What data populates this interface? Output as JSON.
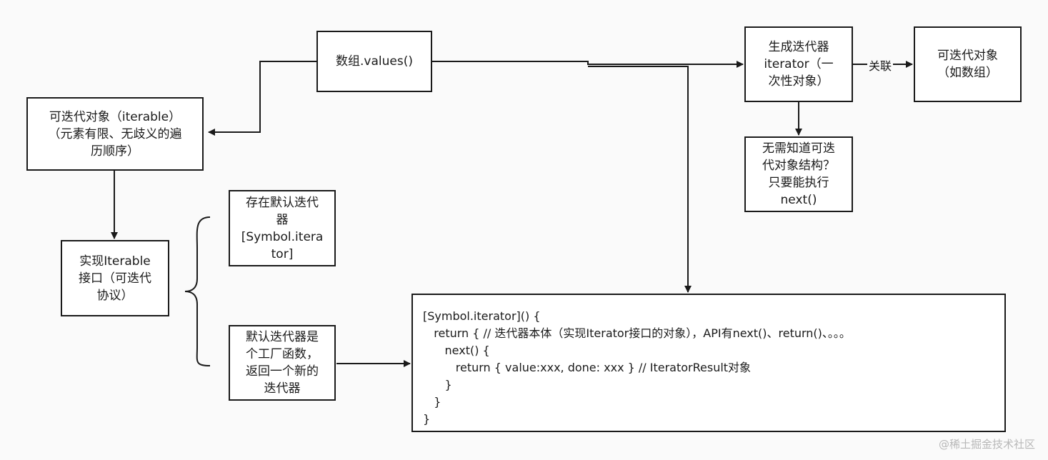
{
  "nodes": {
    "array_values": "数组.values()",
    "iterable": "可迭代对象（iterable）\n（元素有限、无歧义的遍\n历顺序）",
    "implements_iterable": "实现Iterable\n接口（可迭代\n协议）",
    "default_iterator": "存在默认迭代\n器\n[Symbol.itera\ntor]",
    "factory_function": "默认迭代器是\n个工厂函数，\n返回一个新的\n迭代器",
    "generate_iterator": "生成迭代器\niterator（一\n次性对象）",
    "iterable_array": "可迭代对象\n（如数组）",
    "no_need_to_know": "无需知道可迭\n代对象结构？\n只要能执行\nnext()"
  },
  "edge_labels": {
    "association": "关联"
  },
  "code_block": {
    "lines": [
      "[Symbol.iterator]() {",
      "   return { // 迭代器本体（实现Iterator接口的对象），API有next()、return()、。。。",
      "      next() {",
      "         return { value:xxx, done: xxx } // IteratorResult对象",
      "      }",
      "   }",
      "}"
    ]
  },
  "watermark": "@稀土掘金技术社区",
  "colors": {
    "stroke": "#1a1a1a",
    "background": "#fafafa",
    "box_fill": "#ffffff",
    "watermark": "#b8b8b8"
  }
}
